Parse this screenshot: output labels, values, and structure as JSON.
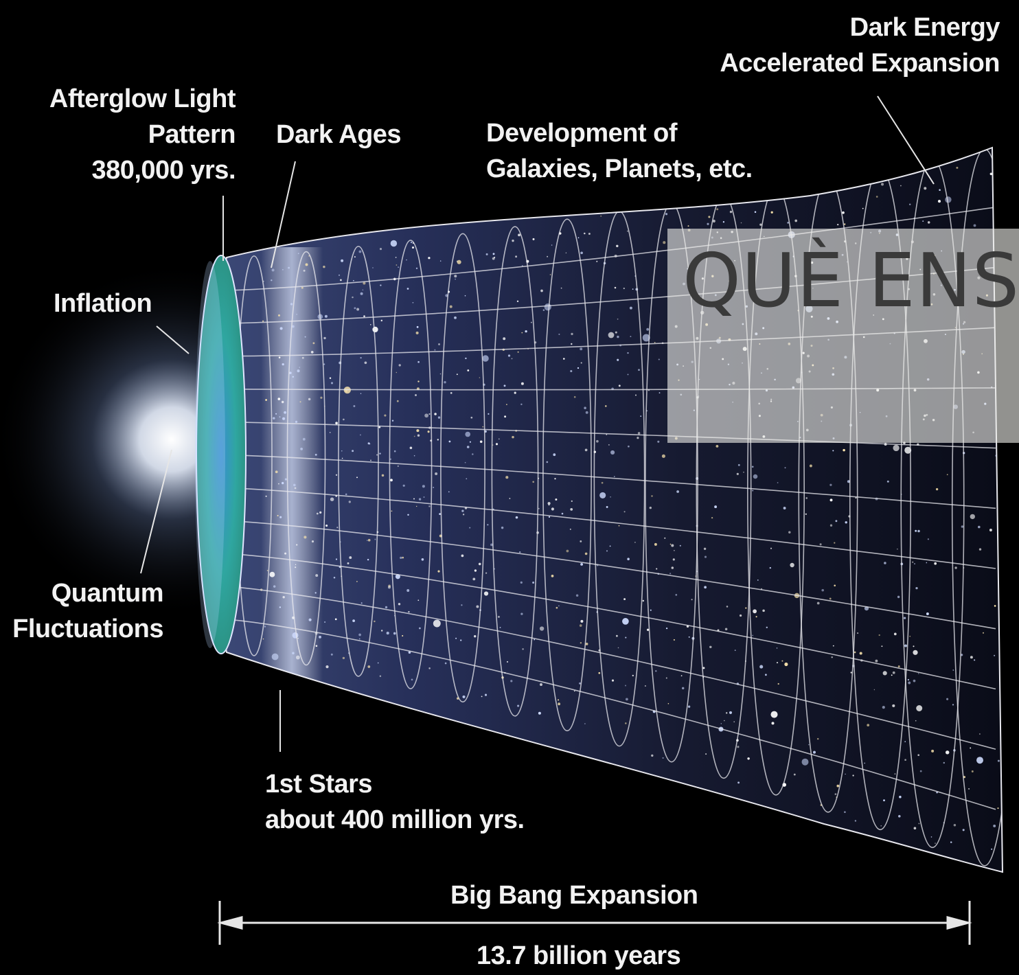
{
  "labels": {
    "dark_energy": [
      "Dark Energy",
      "Accelerated Expansion"
    ],
    "afterglow": [
      "Afterglow Light",
      "Pattern",
      "380,000 yrs."
    ],
    "dark_ages": "Dark Ages",
    "development": [
      "Development of",
      "Galaxies, Planets, etc."
    ],
    "inflation": "Inflation",
    "quantum": [
      "Quantum",
      "Fluctuations"
    ],
    "first_stars": [
      "1st Stars",
      "about 400 million yrs."
    ],
    "big_bang_expansion": "Big Bang Expansion",
    "duration": "13.7 billion years"
  },
  "overlay": {
    "title": "QUÈ ENS"
  },
  "colors": {
    "background": "#000000",
    "text": "#f2f2f2",
    "grid": "#e8e8ee",
    "cmb": "#2fa6a0",
    "overlay": "#ebebe6"
  }
}
